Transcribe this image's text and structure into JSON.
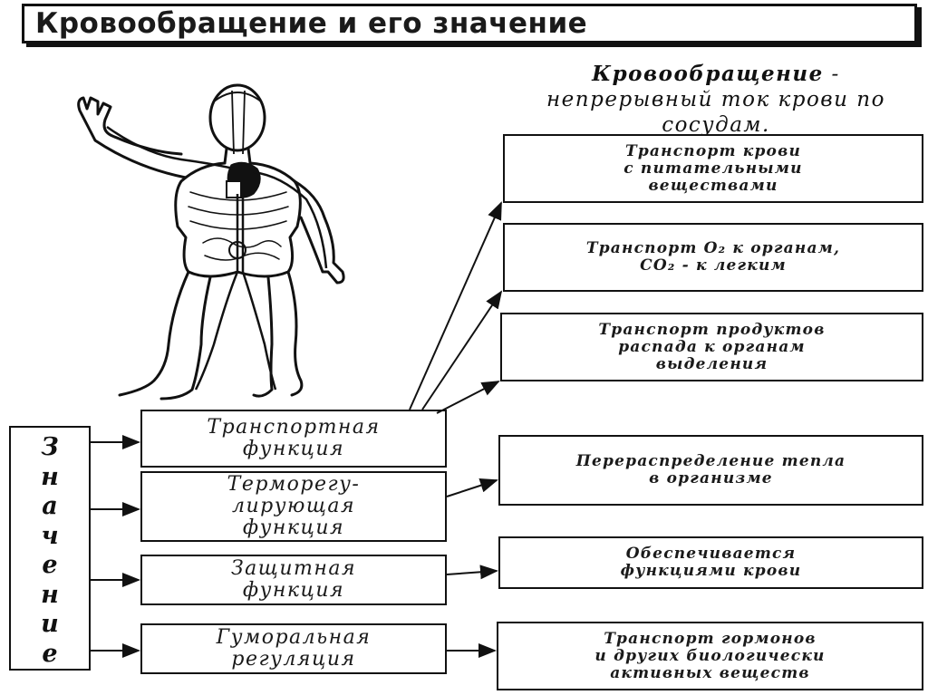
{
  "title": "Кровообращение и его значение",
  "definition": {
    "term": "Кровообращение",
    "text": "- непрерывный ток крови по сосудам."
  },
  "side_label": "Значение",
  "functions": [
    {
      "label": "Транспортная\nфункция"
    },
    {
      "label": "Терморегу-\nлирующая\nфункция"
    },
    {
      "label": "Защитная\nфункция"
    },
    {
      "label": "Гуморальная\nрегуляция"
    }
  ],
  "results": [
    {
      "text": "Транспорт крови\nс питательными\nвеществами"
    },
    {
      "text": "Транспорт O₂ к органам,\nCO₂ - к легким"
    },
    {
      "text": "Транспорт продуктов\nраспада к органам\nвыделения"
    },
    {
      "text": "Перераспределение тепла\nв организме"
    },
    {
      "text": "Обеспечивается\nфункциями крови"
    },
    {
      "text": "Транспорт гормонов\nи других биологически\nактивных веществ"
    }
  ]
}
